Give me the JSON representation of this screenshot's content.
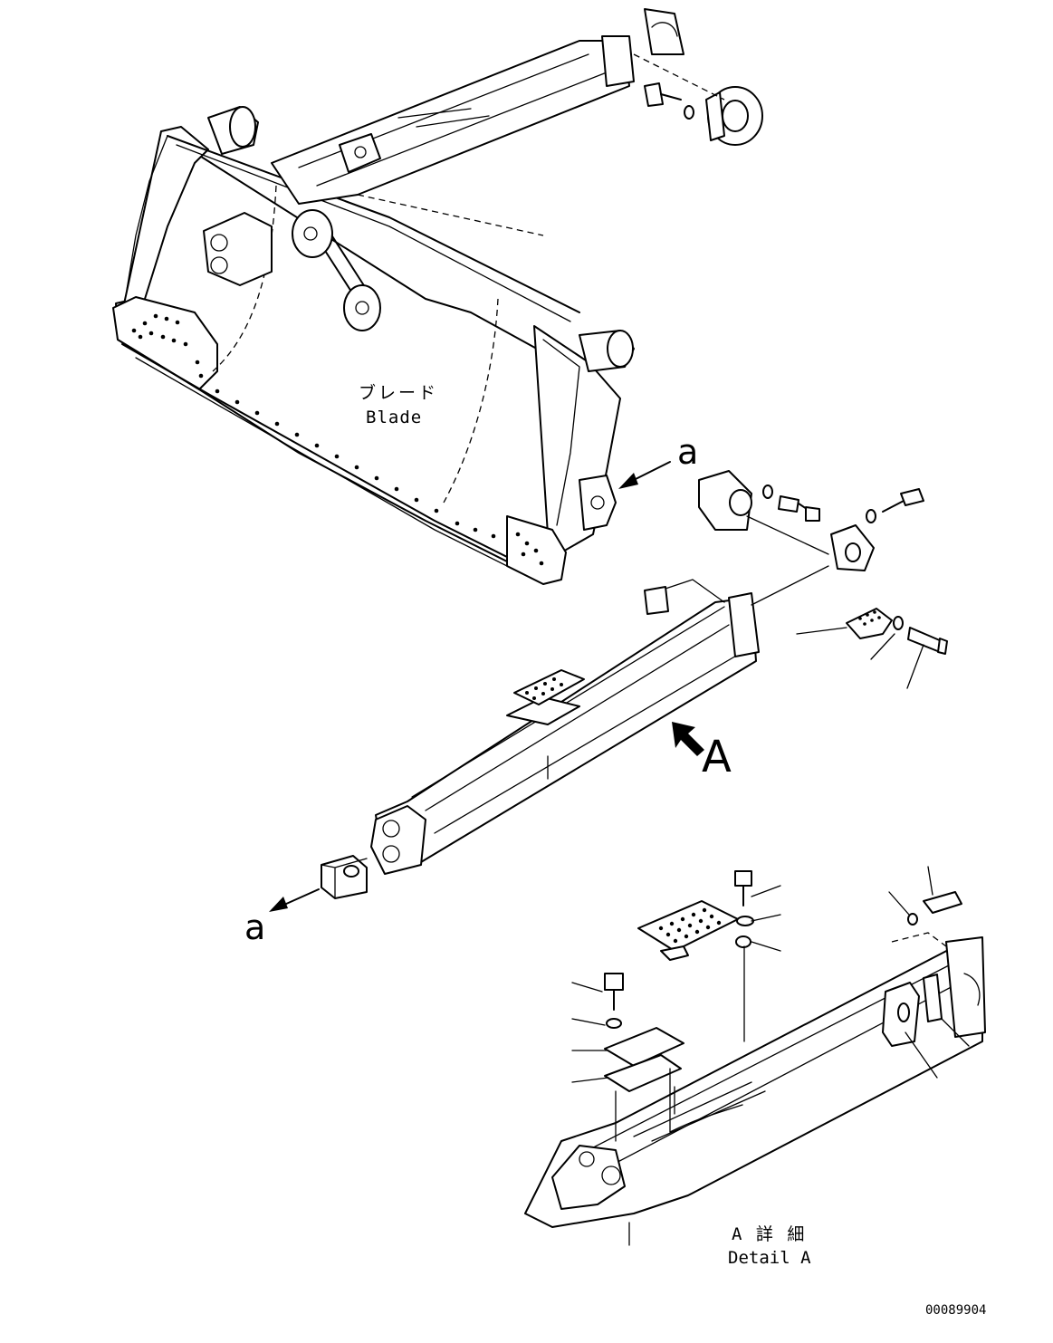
{
  "labels": {
    "blade_ja": "ブレード",
    "blade_en": "Blade",
    "ref_a_top": "a",
    "ref_a_bottom": "a",
    "view_A": "A",
    "detail_ja": "A 詳 細",
    "detail_en": "Detail A",
    "drawing_number": "00089904"
  }
}
